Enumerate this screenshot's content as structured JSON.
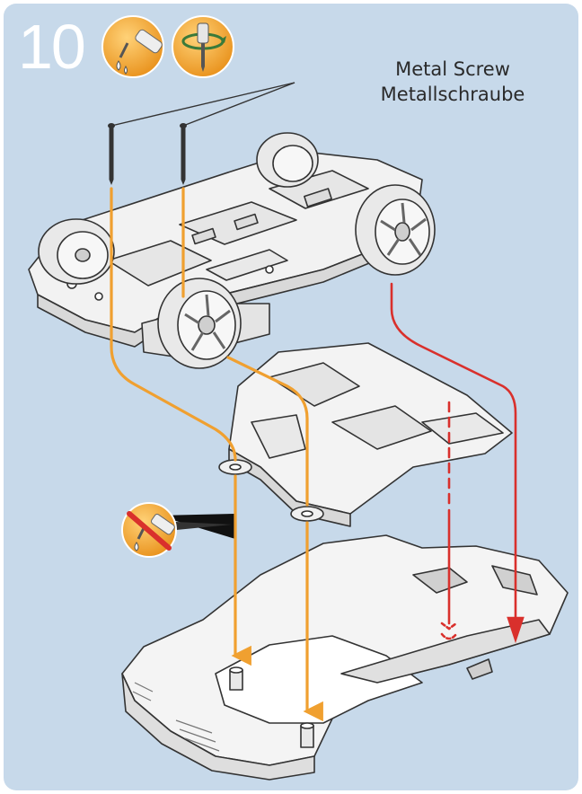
{
  "step": {
    "number": "10"
  },
  "labels": {
    "screw_en": "Metal Screw",
    "screw_de": "Metallschraube"
  },
  "icons": {
    "glue": "glue-icon",
    "screwdriver": "screwdriver-icon",
    "no_glue": "no-glue-icon"
  },
  "colors": {
    "background": "#c7d9ea",
    "assembly_guide": "#f0a030",
    "alignment_guide": "#d9302c",
    "icon_badge": "#f5a81e"
  }
}
